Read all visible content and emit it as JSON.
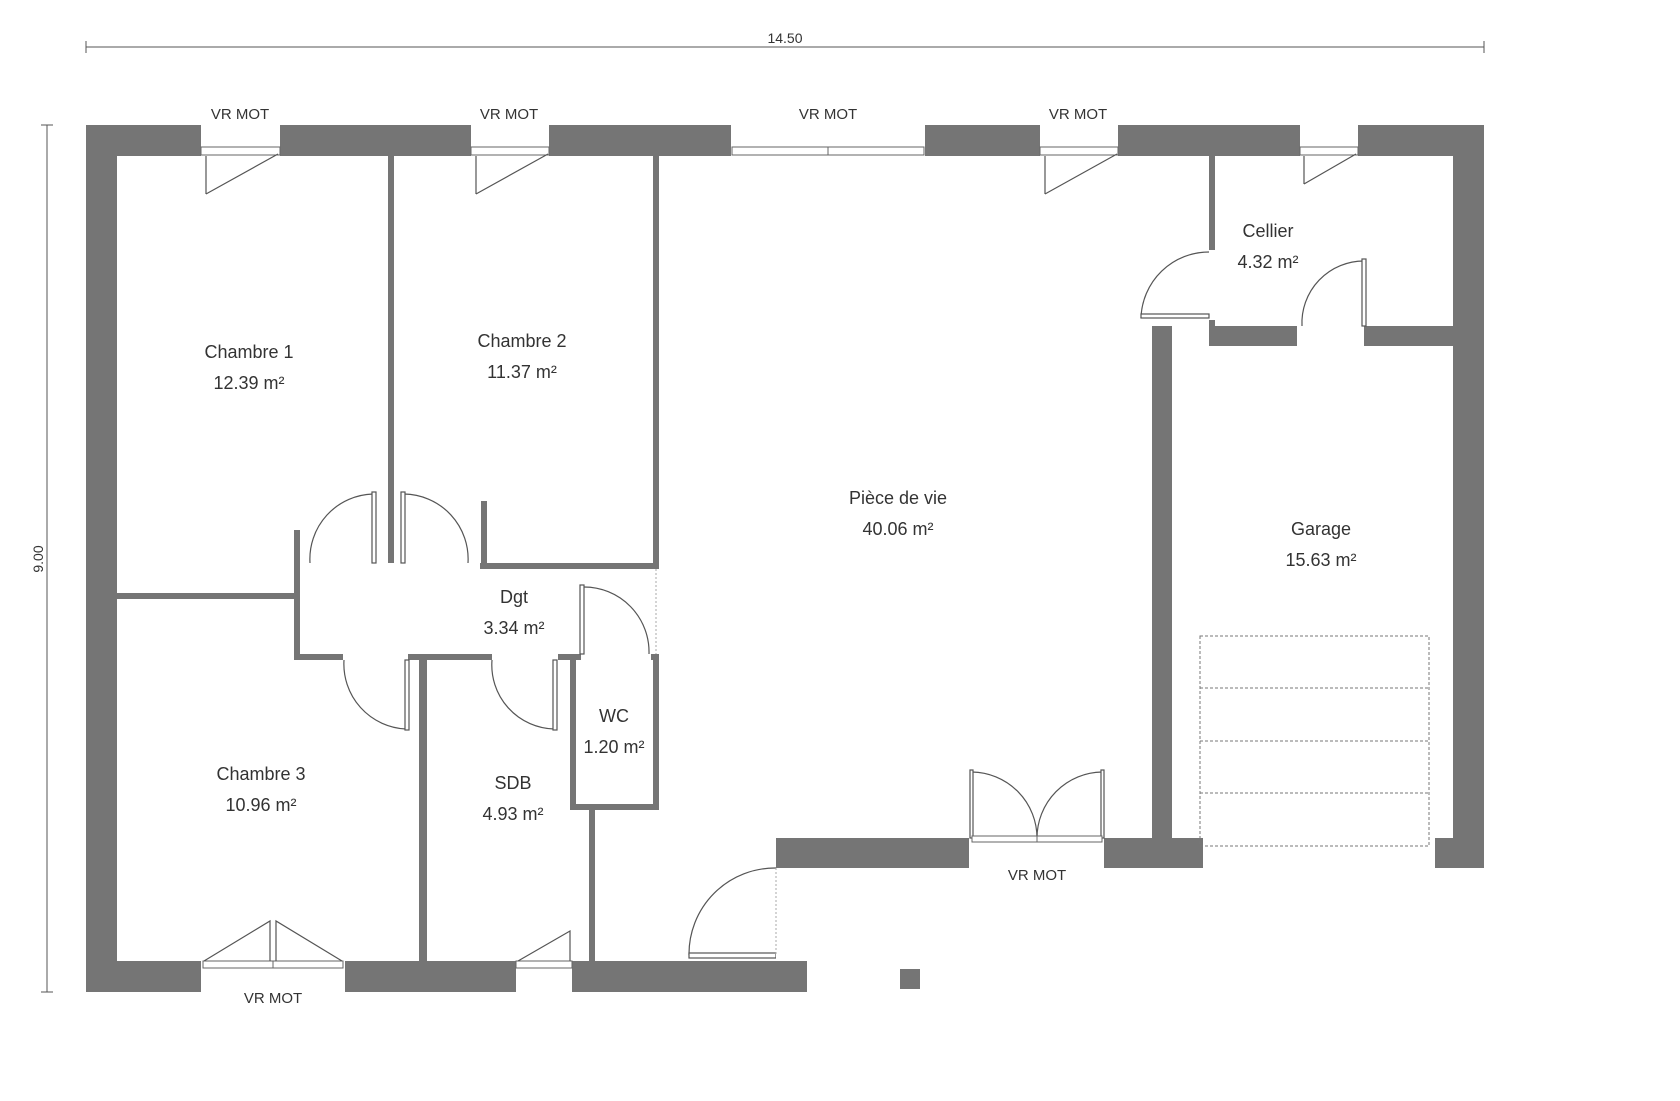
{
  "dimensions": {
    "width_label": "14.50",
    "height_label": "9.00"
  },
  "rooms": {
    "chambre1": {
      "name": "Chambre 1",
      "area": "12.39 m²"
    },
    "chambre2": {
      "name": "Chambre 2",
      "area": "11.37 m²"
    },
    "piece_de_vie": {
      "name": "Pièce de vie",
      "area": "40.06 m²"
    },
    "cellier": {
      "name": "Cellier",
      "area": "4.32 m²"
    },
    "garage": {
      "name": "Garage",
      "area": "15.63 m²"
    },
    "dgt": {
      "name": "Dgt",
      "area": "3.34 m²"
    },
    "wc": {
      "name": "WC",
      "area": "1.20 m²"
    },
    "chambre3": {
      "name": "Chambre 3",
      "area": "10.96 m²"
    },
    "sdb": {
      "name": "SDB",
      "area": "4.93 m²"
    }
  },
  "windows": {
    "top_1": "VR MOT",
    "top_2": "VR MOT",
    "top_3": "VR MOT",
    "top_4": "VR MOT",
    "bottom_chambre3": "VR MOT",
    "bottom_living": "VR MOT"
  },
  "colors": {
    "wall": "#757575",
    "text": "#333333",
    "background": "#ffffff"
  }
}
